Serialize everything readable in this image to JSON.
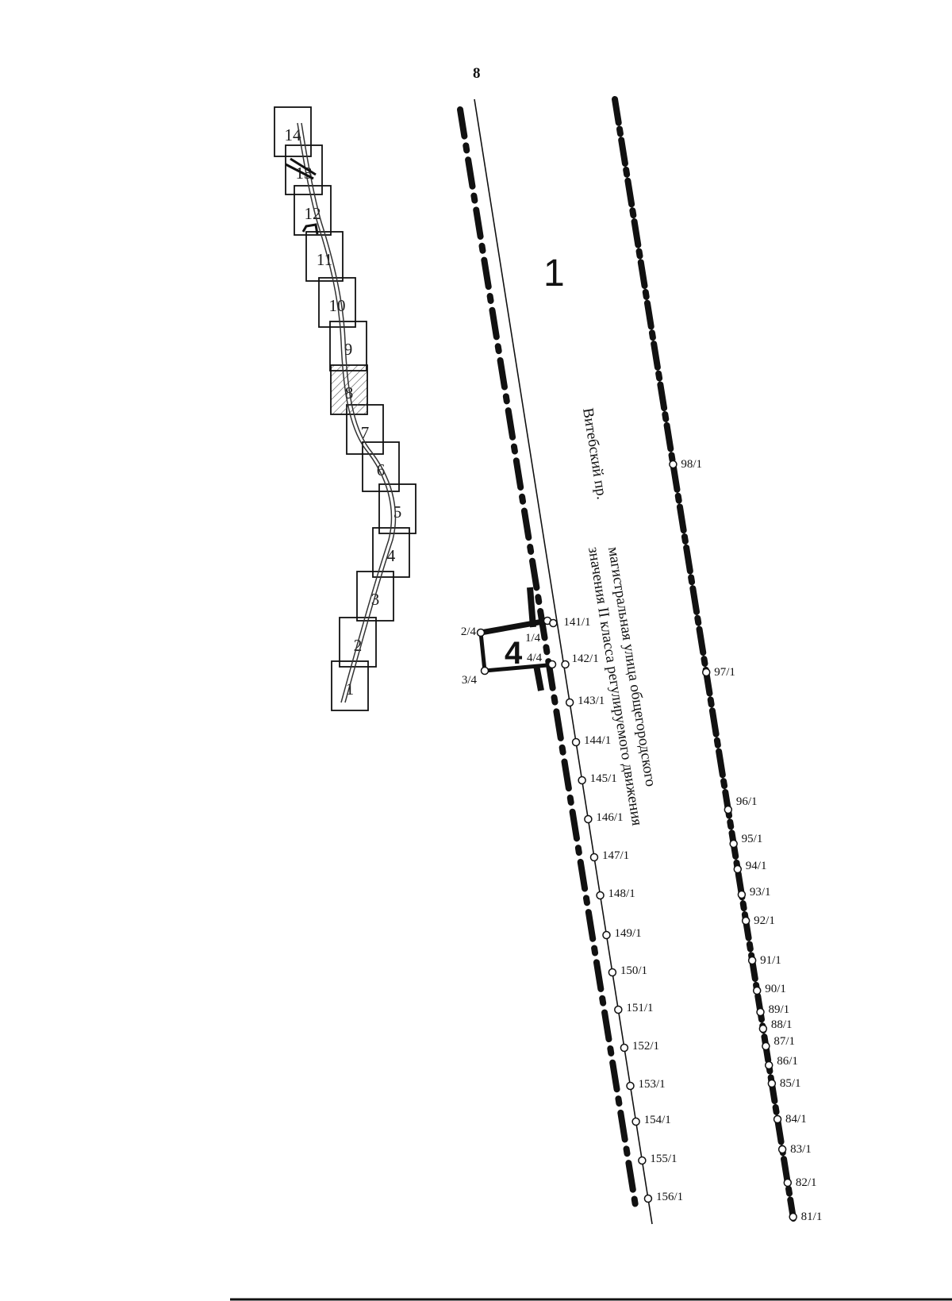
{
  "map": {
    "top_number": "8",
    "zone_number": "1",
    "plot_number": "4",
    "street_name": "Витебский пр.",
    "street_class_line1": "магистральная улица общегородского",
    "street_class_line2": "значения II класса регулируемого движения"
  },
  "index_sheets": [
    "1",
    "2",
    "3",
    "4",
    "5",
    "6",
    "7",
    "8",
    "9",
    "10",
    "11",
    "12",
    "13",
    "14"
  ],
  "plot_points": [
    "1/4",
    "2/4",
    "3/4",
    "4/4"
  ],
  "red_line_points": [
    "141/1",
    "142/1",
    "143/1",
    "144/1",
    "145/1",
    "146/1",
    "147/1",
    "148/1",
    "149/1",
    "150/1",
    "151/1",
    "152/1",
    "153/1",
    "154/1",
    "155/1",
    "156/1"
  ],
  "east_line_points": [
    "98/1",
    "97/1",
    "96/1",
    "95/1",
    "94/1",
    "93/1",
    "92/1",
    "91/1",
    "90/1",
    "89/1",
    "88/1",
    "87/1",
    "86/1",
    "85/1",
    "84/1",
    "83/1",
    "82/1",
    "81/1"
  ],
  "colors": {
    "ink": "#111111",
    "hatch": "#555555"
  }
}
